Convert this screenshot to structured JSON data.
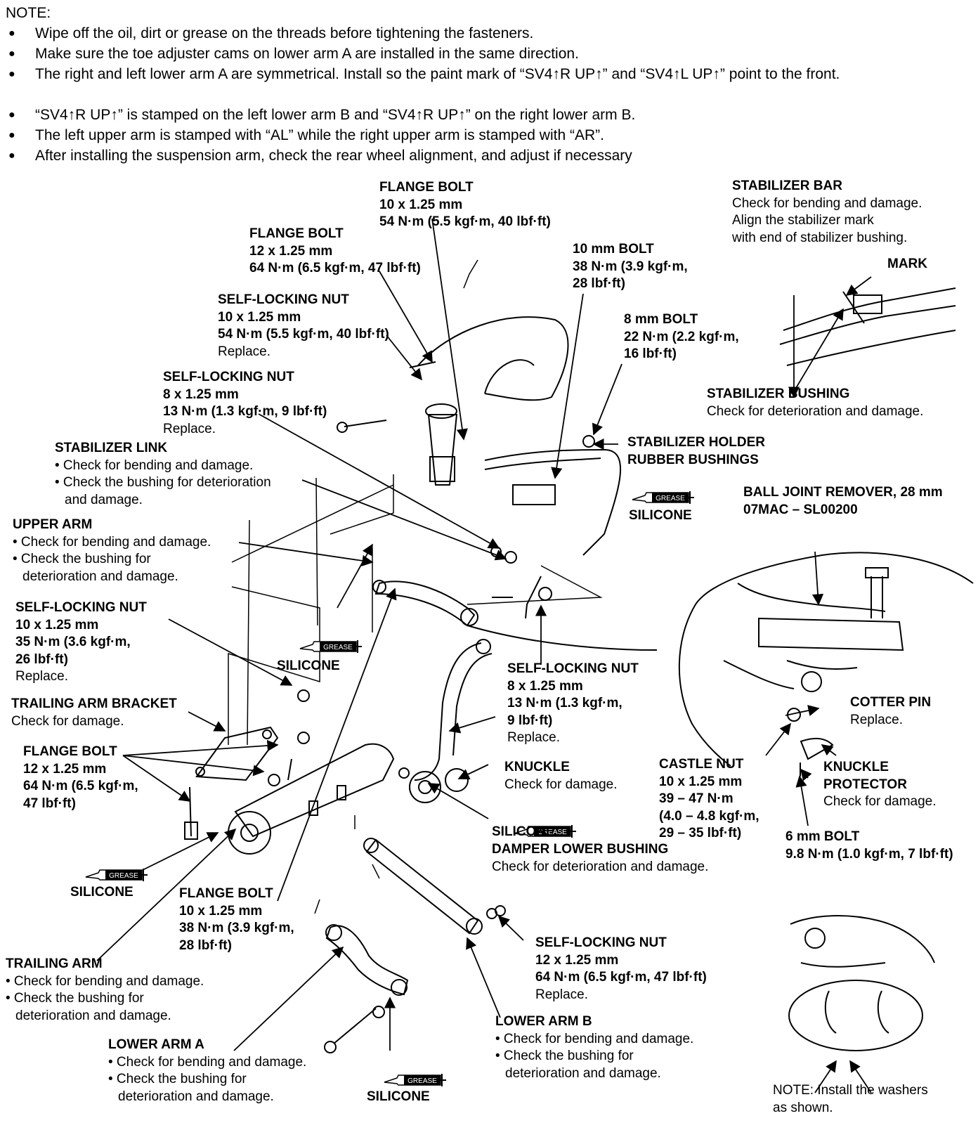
{
  "note": {
    "title": "NOTE:",
    "items": [
      "Wipe off the oil, dirt or grease on the threads before tightening the fasteners.",
      "Make sure the toe adjuster cams on lower arm A are installed in the same direction.",
      "The right and left lower arm A are symmetrical. Install so the paint mark of “SV4↑R UP↑” and “SV4↑L UP↑” point to the front.",
      "“SV4↑R UP↑” is stamped on the left lower arm B and “SV4↑R UP↑” on the right lower arm B.",
      "The left upper arm is stamped with “AL” while the right upper arm is stamped with “AR”.",
      "After installing the suspension arm, check the rear wheel alignment, and adjust if necessary"
    ]
  },
  "bullet_glyph": "●",
  "grease_text": "GREASE",
  "silicone_text": "SILICONE",
  "labels": {
    "flange_bolt_top": {
      "title": "FLANGE BOLT",
      "l1": "10 x 1.25 mm",
      "l2": "54 N·m (5.5 kgf·m, 40 lbf·ft)"
    },
    "flange_bolt_12": {
      "title": "FLANGE BOLT",
      "l1": "12 x 1.25 mm",
      "l2": "64 N·m (6.5 kgf·m, 47 lbf·ft)"
    },
    "self_nut_top": {
      "title": "SELF-LOCKING NUT",
      "l1": "10 x 1.25 mm",
      "l2": "54 N·m (5.5 kgf·m, 40 lbf·ft)",
      "l3": "Replace."
    },
    "self_nut_8": {
      "title": "SELF-LOCKING NUT",
      "l1": "8 x 1.25 mm",
      "l2": "13 N·m (1.3 kgf·m, 9 lbf·ft)",
      "l3": "Replace."
    },
    "stab_link": {
      "title": "STABILIZER LINK",
      "l1": "• Check for bending and damage.",
      "l2": "• Check the bushing for deterioration",
      "l3": "and damage."
    },
    "upper_arm": {
      "title": "UPPER ARM",
      "l1": "• Check for bending and damage.",
      "l2": "• Check the bushing for",
      "l3": "deterioration and damage."
    },
    "self_nut_left": {
      "title": "SELF-LOCKING NUT",
      "l1": "10 x 1.25 mm",
      "l2": "35 N·m (3.6 kgf·m,",
      "l3": "26 lbf·ft)",
      "l4": "Replace."
    },
    "trailing_bracket": {
      "title": "TRAILING ARM BRACKET",
      "l1": "Check for damage."
    },
    "flange_bolt_left": {
      "title": "FLANGE BOLT",
      "l1": "12 x 1.25 mm",
      "l2": "64 N·m (6.5 kgf·m,",
      "l3": "47 lbf·ft)"
    },
    "flange_bolt_bottom": {
      "title": "FLANGE BOLT",
      "l1": "10 x 1.25 mm",
      "l2": "38 N·m (3.9 kgf·m,",
      "l3": "28 lbf·ft)"
    },
    "trailing_arm": {
      "title": "TRAILING ARM",
      "l1": "• Check for bending and damage.",
      "l2": "• Check the bushing for",
      "l3": "deterioration and damage."
    },
    "lower_arm_a": {
      "title": "LOWER ARM A",
      "l1": "• Check for bending and damage.",
      "l2": "• Check the bushing for",
      "l3": "deterioration and damage."
    },
    "ten_mm_bolt": {
      "title": "10 mm BOLT",
      "l1": "38 N·m (3.9 kgf·m,",
      "l2": "28 lbf·ft)"
    },
    "eight_mm_bolt": {
      "title": "8 mm BOLT",
      "l1": "22 N·m (2.2 kgf·m,",
      "l2": "16 lbf·ft)"
    },
    "stab_bar": {
      "title": "STABILIZER BAR",
      "l1": "Check for bending and damage.",
      "l2": "Align the stabilizer mark",
      "l3": "with end of stabilizer bushing."
    },
    "mark": {
      "title": "MARK"
    },
    "stab_bushing": {
      "title": "STABILIZER BUSHING",
      "l1": "Check for deterioration and damage."
    },
    "stab_holder": {
      "title": "STABILIZER HOLDER",
      "l1": "RUBBER BUSHINGS"
    },
    "ball_joint": {
      "title": "BALL JOINT REMOVER, 28 mm",
      "l1": "07MAC – SL00200"
    },
    "self_nut_mid": {
      "title": "SELF-LOCKING NUT",
      "l1": "8 x 1.25 mm",
      "l2": "13 N·m (1.3 kgf·m,",
      "l3": "9 lbf·ft)",
      "l4": "Replace."
    },
    "knuckle": {
      "title": "KNUCKLE",
      "l1": "Check for damage."
    },
    "castle_nut": {
      "title": "CASTLE NUT",
      "l1": "10 x 1.25 mm",
      "l2": "39 – 47 N·m",
      "l3": "(4.0 – 4.8 kgf·m,",
      "l4": "29 – 35 lbf·ft)"
    },
    "cotter_pin": {
      "title": "COTTER PIN",
      "l1": "Replace."
    },
    "knuckle_protector": {
      "title": "KNUCKLE",
      "title2": "PROTECTOR",
      "l1": "Check for damage."
    },
    "six_mm_bolt": {
      "title": "6 mm BOLT",
      "l1": "9.8 N·m (1.0 kgf·m, 7 lbf·ft)"
    },
    "damper_bushing": {
      "title": "DAMPER LOWER BUSHING",
      "l1": "Check for deterioration and damage."
    },
    "self_nut_12": {
      "title": "SELF-LOCKING NUT",
      "l1": "12 x 1.25 mm",
      "l2": "64 N·m (6.5 kgf·m, 47 lbf·ft)",
      "l3": "Replace."
    },
    "lower_arm_b": {
      "title": "LOWER ARM B",
      "l1": "• Check for bending and damage.",
      "l2": "• Check the bushing for",
      "l3": "deterioration and damage."
    },
    "washer_note": {
      "l1": "NOTE:  Install the washers",
      "l2": "as shown."
    }
  }
}
